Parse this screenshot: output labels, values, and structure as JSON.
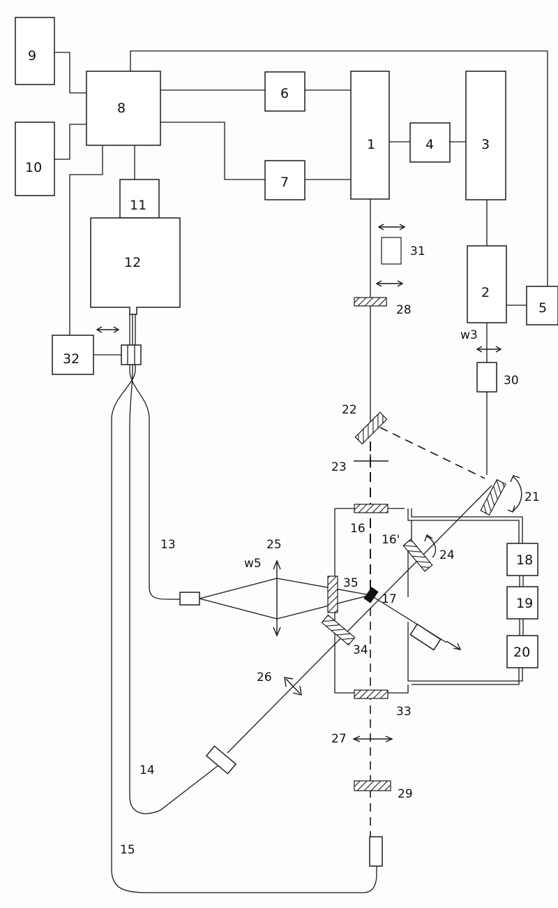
{
  "labels": {
    "n1": "1",
    "n2": "2",
    "n3": "3",
    "n4": "4",
    "n5": "5",
    "n6": "6",
    "n7": "7",
    "n8": "8",
    "n9": "9",
    "n10": "10",
    "n11": "11",
    "n12": "12",
    "n13": "13",
    "n14": "14",
    "n15": "15",
    "n16": "16",
    "n16b": "16'",
    "n17": "17",
    "n18": "18",
    "n19": "19",
    "n20": "20",
    "n21": "21",
    "n22": "22",
    "n23": "23",
    "n24": "24",
    "n25": "25",
    "n26": "26",
    "n27": "27",
    "n28": "28",
    "n29": "29",
    "n30": "30",
    "n31": "31",
    "n32": "32",
    "n33": "33",
    "n34": "34",
    "n35": "35",
    "w3": "w3",
    "w5": "w5"
  },
  "colors": {
    "ink": "#1a1a1a",
    "paper": "#fdfdfd"
  }
}
